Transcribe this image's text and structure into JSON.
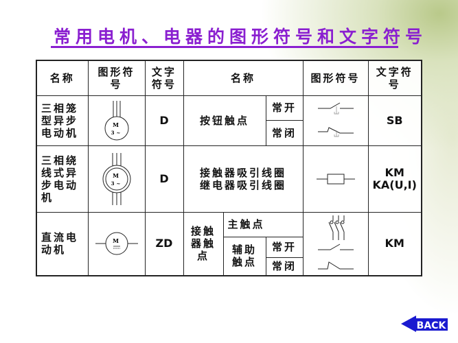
{
  "title": "常用电机、电器的图形符号和文字符号",
  "header": {
    "name": "名称",
    "graphic": "图形符号",
    "text": "文字符号",
    "name2": "名称",
    "graphic2": "图形符号",
    "text2": "文字符号"
  },
  "rows": [
    {
      "name": "三相笼型异步电动机",
      "motor_label": "M",
      "motor_sub": "3~",
      "code": "D",
      "device": "按钮触点",
      "no": "常开",
      "nc": "常闭",
      "device_code": "SB"
    },
    {
      "name": "三相绕线式异步电动机",
      "motor_label": "M",
      "motor_sub": "3~",
      "code": "D",
      "device": "接触器吸引线圈 继电器吸引线圈",
      "device_line1": "接触器吸引线圈",
      "device_line2": "继电器吸引线圈",
      "device_code": "KM KA(U,I)"
    },
    {
      "name": "直流电动机",
      "motor_label": "M",
      "code": "ZD",
      "device": "接触器触点",
      "main": "主触点",
      "aux": "辅助触点",
      "no": "常开",
      "nc": "常闭",
      "device_code": "KM"
    }
  ],
  "back_button": "BACK",
  "colors": {
    "title": "#8a1fd0",
    "back": "#1a1ad0"
  }
}
